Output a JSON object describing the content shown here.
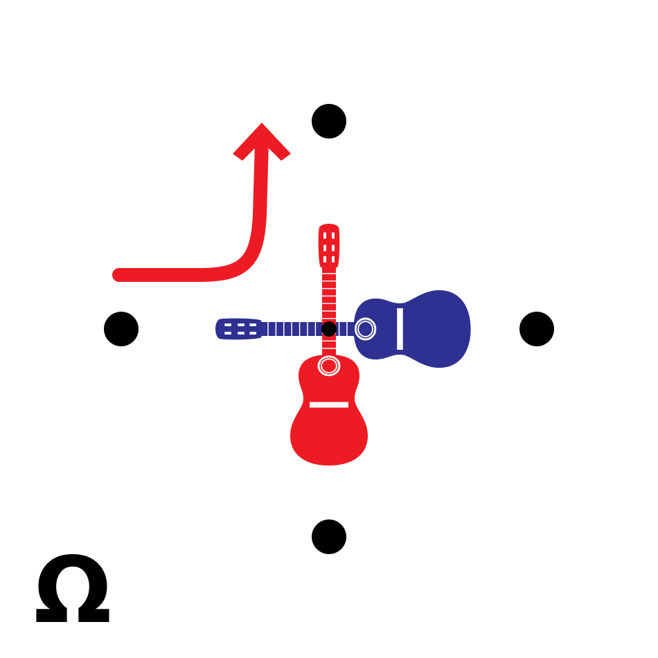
{
  "canvas": {
    "background": "#ffffff"
  },
  "colors": {
    "dot": "#000000",
    "red_guitar": "#ed1c24",
    "blue_guitar": "#2e3192",
    "arrow": "#ed1c24",
    "symbol": "#000000"
  },
  "symbol": {
    "text": "Ω",
    "name": "omega-symbol"
  },
  "markers": [
    {
      "name": "dot-top"
    },
    {
      "name": "dot-left"
    },
    {
      "name": "dot-right"
    },
    {
      "name": "dot-bottom"
    },
    {
      "name": "dot-center"
    }
  ],
  "guitars": [
    {
      "name": "red-guitar-icon",
      "orientation": "vertical"
    },
    {
      "name": "blue-guitar-icon",
      "orientation": "horizontal"
    }
  ],
  "arrow": {
    "name": "turn-up-arrow-icon",
    "direction": "right-then-up"
  }
}
